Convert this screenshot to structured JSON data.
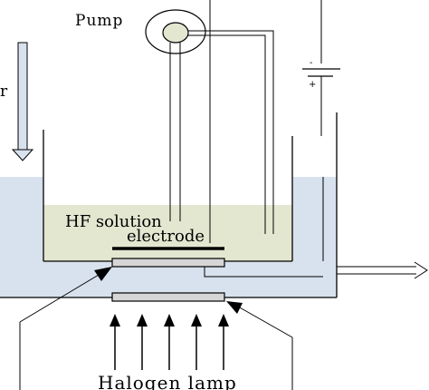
{
  "labels": {
    "pump": "Pump",
    "hf_solution": "HF solution",
    "electrode": "electrode",
    "halogen_lamp": "Halogen lamp",
    "water_partial": "r",
    "battery_minus": "-",
    "battery_plus": "+"
  },
  "colors": {
    "outer_water": "#d8e2ee",
    "hf_solution": "#e3e7d0",
    "component_fill": "#d6d6d6",
    "line": "#000000"
  },
  "lamp_arrow_count": 5
}
